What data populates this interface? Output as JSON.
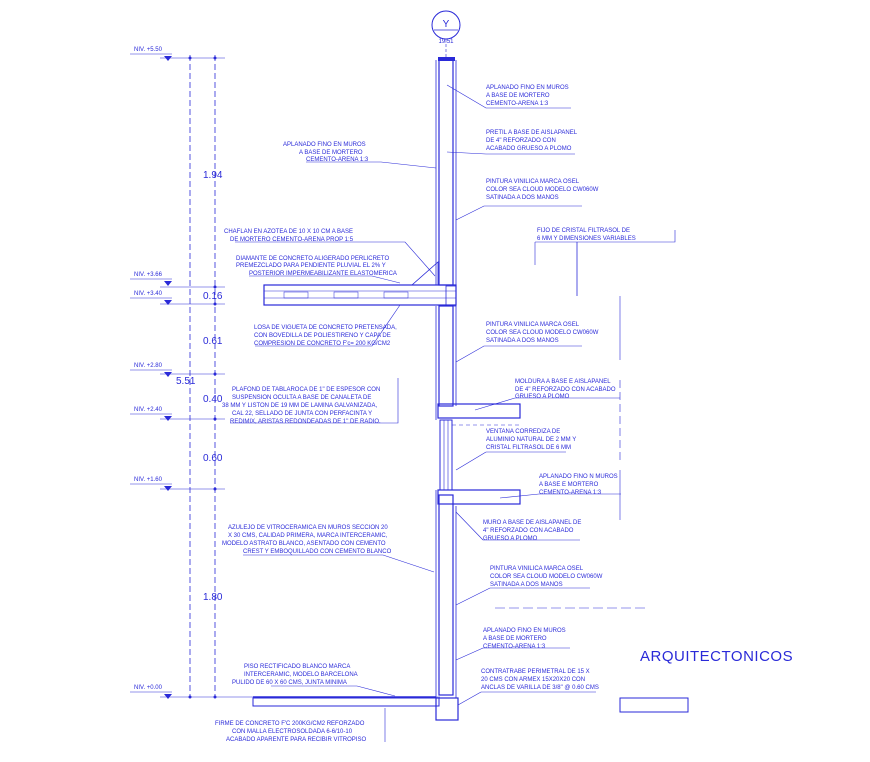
{
  "axis": {
    "id": "Y",
    "value": "19.51"
  },
  "levels": [
    "NIV. +5.50",
    "NIV. +3.66",
    "NIV. +3.40",
    "NIV. +2.80",
    "NIV. +2.40",
    "NIV. +1.60",
    "NIV. +0.00"
  ],
  "dimensions": {
    "outer": [
      "1.94",
      "0.16",
      "0.61",
      "0.40",
      "0.60",
      "1.80"
    ],
    "total": "5.51"
  },
  "labels": {
    "aplanado_top": [
      "APLANADO FINO EN MUROS",
      "A BASE DE MORTERO",
      "CEMENTO-ARENA 1:3"
    ],
    "pretil": [
      "PRETIL A BASE DE AISLAPANEL",
      "DE 4\" REFORZADO CON",
      "ACABADO GRUESO A PLOMO"
    ],
    "aplanado_left": [
      "APLANADO FINO EN MUROS",
      "A BASE DE MORTERO",
      "CEMENTO-ARENA 1:3"
    ],
    "pintura_1": [
      "PINTURA VINILICA MARCA OSEL",
      "COLOR SEA CLOUD MODELO CW060W",
      "SATINADA A DOS MANOS"
    ],
    "charlan": [
      "CHAFLAN EN AZOTEA DE 10 X 10 CM A BASE",
      "DE MORTERO CEMENTO-ARENA PROP 1:5"
    ],
    "fijo": [
      "FIJO DE CRISTAL FILTRASOL DE",
      "6 MM Y DIMENSIONES VARIABLES"
    ],
    "diamante": [
      "DIAMANTE DE CONCRETO ALIGERADO PERLICRETO",
      "PREMEZCLADO PARA PENDIENTE PLUVIAL EL 2% Y",
      "POSTERIOR IMPERMEABILIZANTE ELASTOMERICA"
    ],
    "losa": [
      "LOSA DE VIGUETA DE CONCRETO PRETENSADA,",
      "CON BOVEDILLA DE POLIESTIRENO Y CAPA DE",
      "COMPRESION DE CONCRETO F'c= 200 KG/CM2"
    ],
    "pintura_2": [
      "PINTURA VINILICA MARCA OSEL",
      "COLOR SEA CLOUD MODELO CW060W",
      "SATINADA A DOS MANOS"
    ],
    "plafond": [
      "PLAFOND DE TABLAROCA DE 1\" DE ESPESOR CON",
      "SUSPENSION OCULTA A BASE DE CANALETA DE",
      "38 MM Y LISTON DE 19 MM DE LAMINA GALVANIZADA,",
      "CAL 22, SELLADO DE JUNTA CON PERFACINTA Y",
      "REDIMIX, ARISTAS REDONDEADAS DE 1\" DE RADIO."
    ],
    "moldura": [
      "MOLDURA A BASE E AISLAPANEL",
      "DE 4\" REFORZADO CON ACABADO",
      "GRUESO A PLOMO"
    ],
    "ventana": [
      "VENTANA CORREDIZA DE",
      "ALUMINIO NATURAL DE 2 MM Y",
      "CRISTAL FILTRASOL DE 6 MM"
    ],
    "aplanado_mid": [
      "APLANADO FINO N MUROS",
      "A BASE E MORTERO",
      "CEMENTO-ARENA 1:3"
    ],
    "azulejo": [
      "AZULEJO DE VITROCERAMICA EN MUROS SECCION 20",
      "X 30 CMS, CALIDAD PRIMERA, MARCA INTERCERAMIC,",
      "MODELO ASTRATO BLANCO, ASENTADO CON CEMENTO",
      "CREST Y EMBOQUILLADO CON CEMENTO BLANCO"
    ],
    "muro": [
      "MURO A BASE DE AISLAPANEL DE",
      "4\" REFORZADO CON ACABADO",
      "GRUESO A PLOMO"
    ],
    "pintura_3": [
      "PINTURA VINILICA MARCA OSEL",
      "COLOR SEA CLOUD MODELO CW060W",
      "SATINADA A DOS MANOS"
    ],
    "aplanado_bottom": [
      "APLANADO FINO EN MUROS",
      "A BASE DE MORTERO",
      "CEMENTO-ARENA 1:3"
    ],
    "piso": [
      "PISO RECTIFICADO BLANCO MARCA",
      "INTERCERAMIC, MODELO BARCELONA",
      "PULIDO DE 60 X 60 CMS, JUNTA MINIMA"
    ],
    "contratrabe": [
      "CONTRATRABE PERIMETRAL DE 15 X",
      "20 CMS CON ARMEX 15X20X20 CON",
      "ANCLAS DE VARILLA DE 3/8\" @ 0.60 CMS"
    ],
    "firme": [
      "FIRME DE CONCRETO F'C 200KG/CM2 REFORZADO",
      "CON MALLA ELECTROSOLDADA 6-6/10-10",
      "ACABADO APARENTE PARA RECIBIR VITROPISO"
    ]
  },
  "title": "ARQUITECTONICOS",
  "colors": {
    "line": "#2a2ad8",
    "background": "#ffffff"
  }
}
